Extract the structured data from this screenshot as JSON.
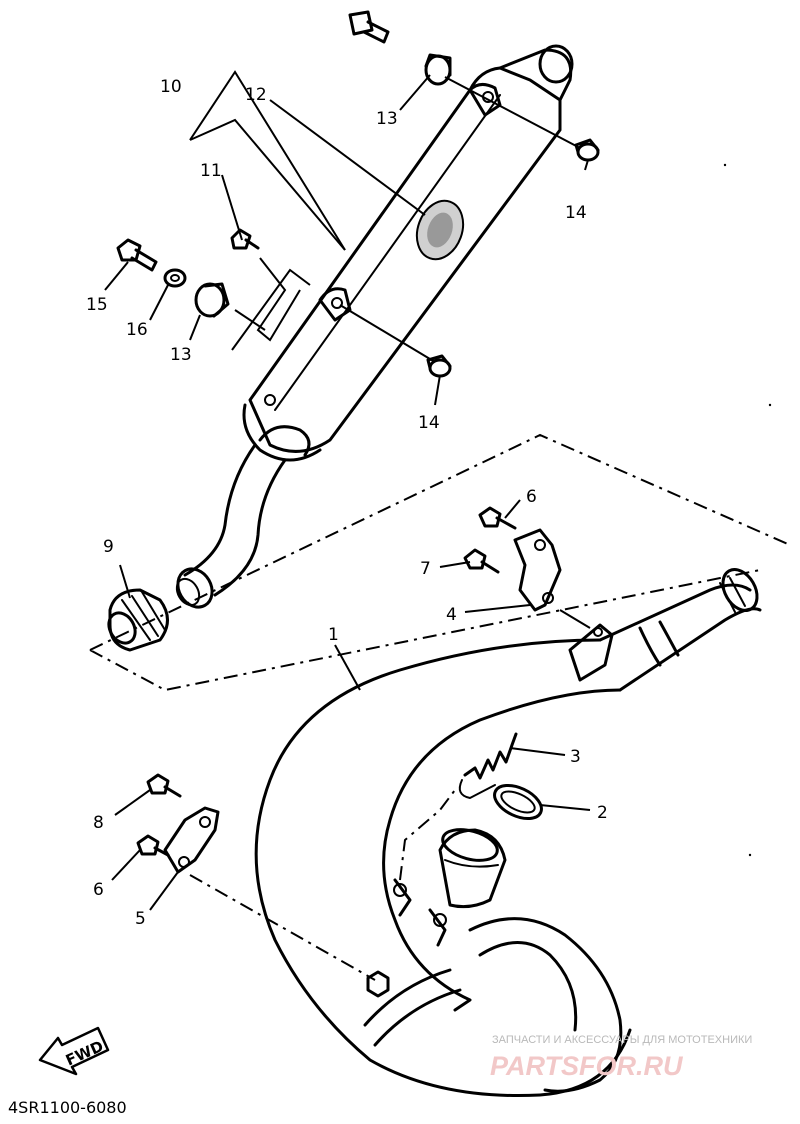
{
  "diagram": {
    "callouts": {
      "c1": "1",
      "c2": "2",
      "c3": "3",
      "c4": "4",
      "c5": "5",
      "c6a": "6",
      "c6b": "6",
      "c7": "7",
      "c8": "8",
      "c9": "9",
      "c10": "10",
      "c11": "11",
      "c12": "12",
      "c13a": "13",
      "c13b": "13",
      "c14a": "14",
      "c14b": "14",
      "c15": "15",
      "c16": "16"
    },
    "fwd_label": "FWD",
    "diagram_code": "4SR1100-6080"
  },
  "watermark": {
    "tagline": "ЗАПЧАСТИ И АКСЕССУАРЫ ДЛЯ МОТОТЕХНИКИ",
    "brand": "PARTSFOR.RU",
    "brand_color": "#e6a8a8"
  }
}
